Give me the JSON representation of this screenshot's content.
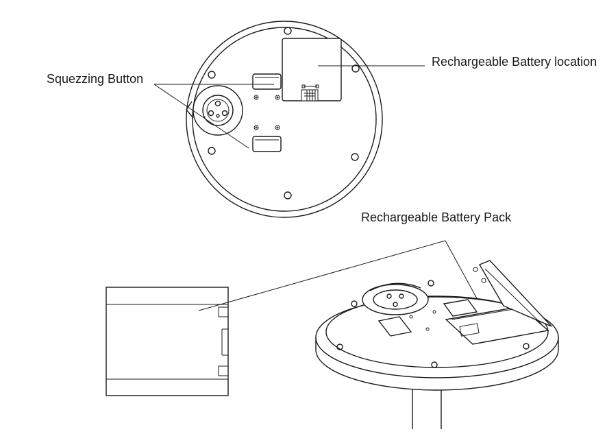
{
  "labels": {
    "squeezing_button": "Squezzing Button",
    "battery_location": "Rechargeable Battery location",
    "battery_pack": "Rechargeable Battery Pack"
  },
  "colors": {
    "line": "#1a1a1a",
    "background": "#ffffff"
  }
}
